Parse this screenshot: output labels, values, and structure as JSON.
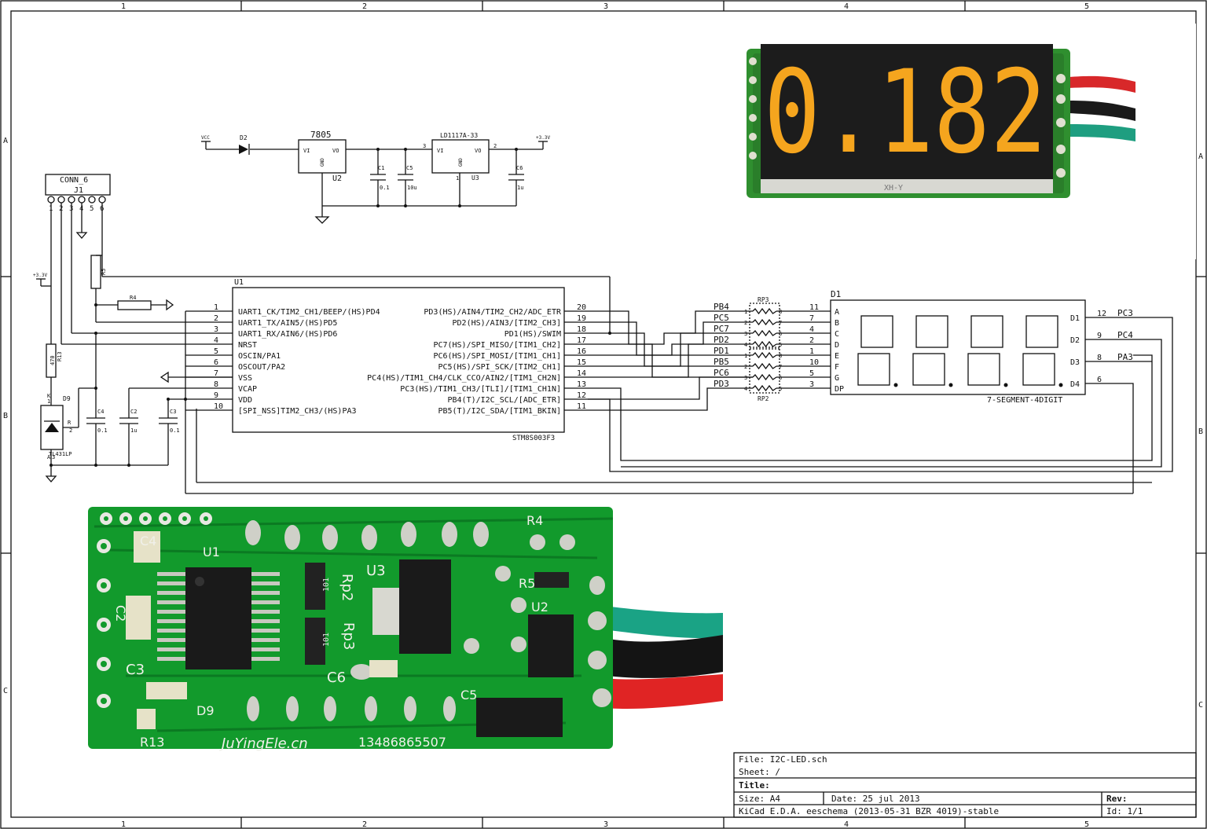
{
  "frame": {
    "col_labels": [
      "1",
      "2",
      "3",
      "4",
      "5"
    ],
    "row_labels": [
      "A",
      "B",
      "C"
    ]
  },
  "power": {
    "vcc": "VCC",
    "d2": "D2",
    "reg1": {
      "name": "7805",
      "vi": "VI",
      "vo": "VO",
      "gnd": "GND",
      "ref": "U2"
    },
    "reg2": {
      "name": "LD1117A-33",
      "vi": "VI",
      "vo": "VO",
      "gnd": "GND",
      "ref": "U3",
      "pin1": "1",
      "pin2": "2",
      "pin3": "3"
    },
    "c1": {
      "ref": "C1",
      "val": "0.1"
    },
    "c5": {
      "ref": "C5",
      "val": "10u"
    },
    "c6": {
      "ref": "C6",
      "val": "1u"
    },
    "v33": "+3.3V"
  },
  "conn": {
    "name": "CONN_6",
    "ref": "J1",
    "pins": [
      "1",
      "2",
      "3",
      "4",
      "5",
      "6"
    ]
  },
  "left": {
    "v33": "+3.3V",
    "r5": "R5",
    "r4": "R4",
    "r13": {
      "ref": "R13",
      "val": "470"
    },
    "d9": "D9",
    "tl431": "TL431LP",
    "k": "K",
    "a": "A",
    "r": "R",
    "pin1": "1",
    "pin2": "2",
    "pin3": "3",
    "c4": {
      "ref": "C4",
      "val": "0.1"
    },
    "c2": {
      "ref": "C2",
      "val": "1u"
    },
    "c3": {
      "ref": "C3",
      "val": "0.1"
    }
  },
  "mcu": {
    "ref": "U1",
    "part": "STM8S003F3",
    "left_pins": [
      {
        "num": "1",
        "name": "UART1_CK/TIM2_CH1/BEEP/(HS)PD4"
      },
      {
        "num": "2",
        "name": "UART1_TX/AIN5/(HS)PD5"
      },
      {
        "num": "3",
        "name": "UART1_RX/AIN6/(HS)PD6"
      },
      {
        "num": "4",
        "name": "NRST"
      },
      {
        "num": "5",
        "name": "OSCIN/PA1"
      },
      {
        "num": "6",
        "name": "OSCOUT/PA2"
      },
      {
        "num": "7",
        "name": "VSS"
      },
      {
        "num": "8",
        "name": "VCAP"
      },
      {
        "num": "9",
        "name": "VDD"
      },
      {
        "num": "10",
        "name": "[SPI_NSS]TIM2_CH3/(HS)PA3"
      }
    ],
    "right_pins": [
      {
        "num": "20",
        "name": "PD3(HS)/AIN4/TIM2_CH2/ADC_ETR"
      },
      {
        "num": "19",
        "name": "PD2(HS)/AIN3/[TIM2_CH3]"
      },
      {
        "num": "18",
        "name": "PD1(HS)/SWIM"
      },
      {
        "num": "17",
        "name": "PC7(HS)/SPI_MISO/[TIM1_CH2]"
      },
      {
        "num": "16",
        "name": "PC6(HS)/SPI_MOSI/[TIM1_CH1]"
      },
      {
        "num": "15",
        "name": "PC5(HS)/SPI_SCK/[TIM2_CH1]"
      },
      {
        "num": "14",
        "name": "PC4(HS)/TIM1_CH4/CLK_CCO/AIN2/[TIM1_CH2N]"
      },
      {
        "num": "13",
        "name": "PC3(HS)/TIM1_CH3/[TLI]/[TIM1_CH1N]"
      },
      {
        "num": "12",
        "name": "PB4(T)/I2C_SCL/[ADC_ETR]"
      },
      {
        "num": "11",
        "name": "PB5(T)/I2C_SDA/[TIM1_BKIN]"
      }
    ]
  },
  "rpack": {
    "rp3": "RP3",
    "rp2": "RP2",
    "nets": [
      "PB4",
      "PC5",
      "PC7",
      "PD2",
      "PD1",
      "PB5",
      "PC6",
      "PD3"
    ],
    "left_nums": [
      "1",
      "2",
      "3",
      "4",
      "1",
      "2",
      "3",
      "4"
    ],
    "right_nums": [
      "8",
      "7",
      "6",
      "5",
      "8",
      "7",
      "6",
      "5"
    ]
  },
  "display": {
    "ref": "D1",
    "part": "7-SEGMENT-4DIGIT",
    "seg_pins": [
      {
        "num": "11",
        "name": "A"
      },
      {
        "num": "7",
        "name": "B"
      },
      {
        "num": "4",
        "name": "C"
      },
      {
        "num": "2",
        "name": "D"
      },
      {
        "num": "1",
        "name": "E"
      },
      {
        "num": "10",
        "name": "F"
      },
      {
        "num": "5",
        "name": "G"
      },
      {
        "num": "3",
        "name": "DP"
      }
    ],
    "digit_pins": [
      {
        "name": "D1",
        "num": "12",
        "net": "PC3"
      },
      {
        "name": "D2",
        "num": "9",
        "net": "PC4"
      },
      {
        "name": "D3",
        "num": "8",
        "net": "PA3"
      },
      {
        "name": "D4",
        "num": "6",
        "net": ""
      }
    ]
  },
  "photos": {
    "display_reading": "0.182",
    "display_label": "XH-Y",
    "pcb": {
      "silk_url": "JuYingEle.cn",
      "silk_phone": "13486865507",
      "labels": [
        "C4",
        "U1",
        "C2",
        "C3",
        "D9",
        "R13",
        "Rp2",
        "Rp3",
        "U3",
        "C6",
        "C5",
        "R4",
        "R5",
        "U2",
        "101",
        "101"
      ]
    }
  },
  "title_block": {
    "file": "File: I2C-LED.sch",
    "sheet": "Sheet: /",
    "title": "Title:",
    "size": "Size: A4",
    "date": "Date: 25 jul 2013",
    "rev": "Rev:",
    "tool": "KiCad E.D.A.  eeschema (2013-05-31 BZR 4019)-stable",
    "id": "Id: 1/1"
  }
}
